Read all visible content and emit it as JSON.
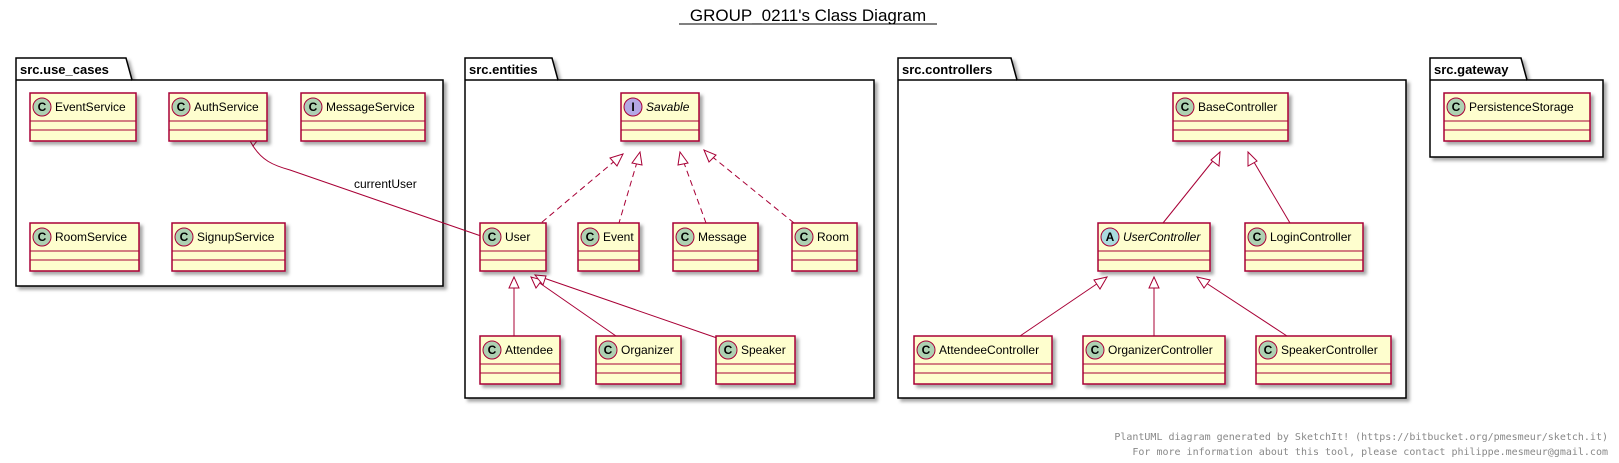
{
  "title": "GROUP_0211's Class Diagram",
  "packages": {
    "use_cases": "src.use_cases",
    "entities": "src.entities",
    "controllers": "src.controllers",
    "gateway": "src.gateway"
  },
  "classes": {
    "event_service": "EventService",
    "auth_service": "AuthService",
    "message_service": "MessageService",
    "room_service": "RoomService",
    "signup_service": "SignupService",
    "savable": "Savable",
    "user": "User",
    "event": "Event",
    "message": "Message",
    "room": "Room",
    "attendee": "Attendee",
    "organizer": "Organizer",
    "speaker": "Speaker",
    "base_controller": "BaseController",
    "user_controller": "UserController",
    "login_controller": "LoginController",
    "attendee_controller": "AttendeeController",
    "organizer_controller": "OrganizerController",
    "speaker_controller": "SpeakerController",
    "persistence_storage": "PersistenceStorage"
  },
  "badges": {
    "class": "C",
    "interface": "I",
    "abstract": "A"
  },
  "edge_labels": {
    "current_user": "currentUser"
  },
  "footer": {
    "line1": "PlantUML diagram generated by SketchIt! (https://bitbucket.org/pmesmeur/sketch.it)",
    "line2": "For more information about this tool, please contact philippe.mesmeur@gmail.com"
  },
  "colors": {
    "class_fill": "#FEFECE",
    "class_border": "#A80036",
    "badge_class": "#ADD1B2",
    "badge_interface": "#B4A7E5",
    "badge_abstract": "#A9DCDF",
    "package_border": "#000000"
  }
}
